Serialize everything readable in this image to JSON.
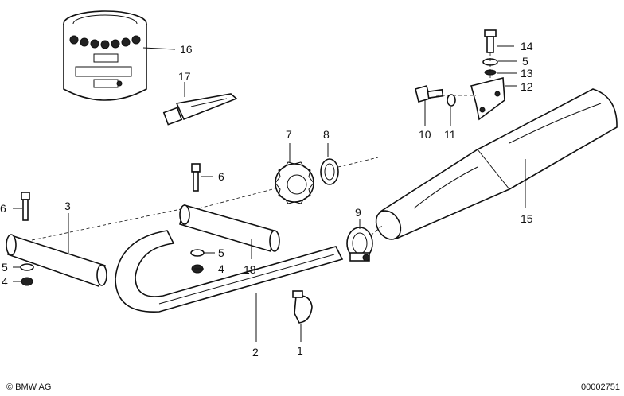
{
  "callouts": [
    {
      "id": "c1",
      "text": "1"
    },
    {
      "id": "c2",
      "text": "2"
    },
    {
      "id": "c3",
      "text": "3"
    },
    {
      "id": "c4a",
      "text": "4"
    },
    {
      "id": "c4b",
      "text": "4"
    },
    {
      "id": "c5a",
      "text": "5"
    },
    {
      "id": "c5b",
      "text": "5"
    },
    {
      "id": "c5c",
      "text": "5"
    },
    {
      "id": "c6a",
      "text": "6"
    },
    {
      "id": "c6b",
      "text": "6"
    },
    {
      "id": "c7",
      "text": "7"
    },
    {
      "id": "c8",
      "text": "8"
    },
    {
      "id": "c9",
      "text": "9"
    },
    {
      "id": "c10",
      "text": "10"
    },
    {
      "id": "c11",
      "text": "11"
    },
    {
      "id": "c12",
      "text": "12"
    },
    {
      "id": "c13",
      "text": "13"
    },
    {
      "id": "c14",
      "text": "14"
    },
    {
      "id": "c15",
      "text": "15"
    },
    {
      "id": "c16",
      "text": "16"
    },
    {
      "id": "c17",
      "text": "17"
    },
    {
      "id": "c18",
      "text": "18"
    }
  ],
  "footer": {
    "copyright": "© BMW AG",
    "diagram_number": "00002751"
  }
}
